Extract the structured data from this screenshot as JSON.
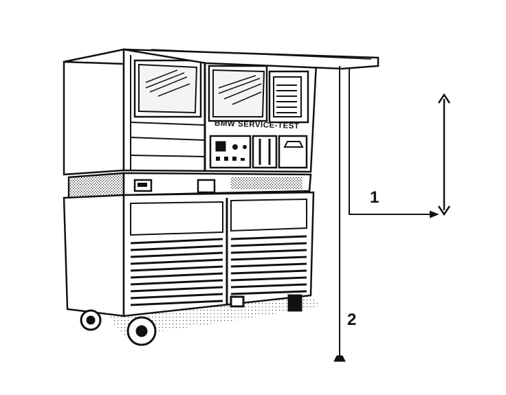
{
  "figure": {
    "brand_text": "BMW SERVICE-TEST",
    "callouts": [
      {
        "id": "1",
        "text": "1"
      },
      {
        "id": "2",
        "text": "2"
      }
    ]
  },
  "style": {
    "line_color": "#111111",
    "screen_fill": "#f4f4f4",
    "dither_fill": "#9a9a9a"
  }
}
